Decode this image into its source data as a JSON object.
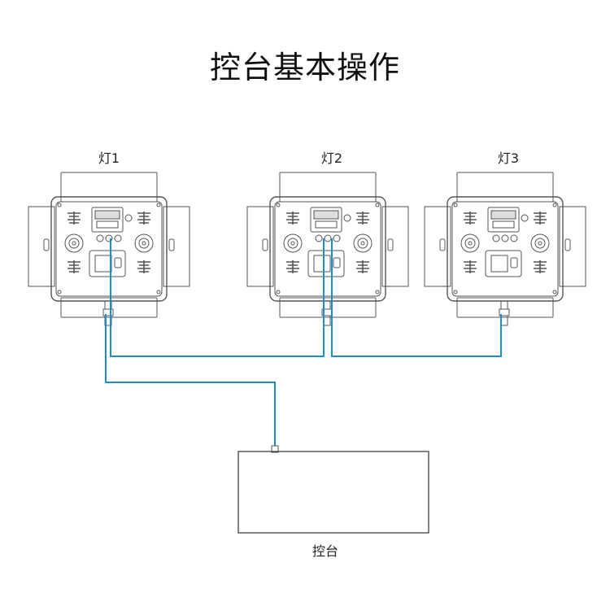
{
  "title": "控台基本操作",
  "lamps": [
    {
      "label": "灯1"
    },
    {
      "label": "灯2"
    },
    {
      "label": "灯3"
    }
  ],
  "console": {
    "label": "控台"
  },
  "colors": {
    "cable": "#1a8fc9",
    "outline": "#555555",
    "text": "#111111"
  }
}
